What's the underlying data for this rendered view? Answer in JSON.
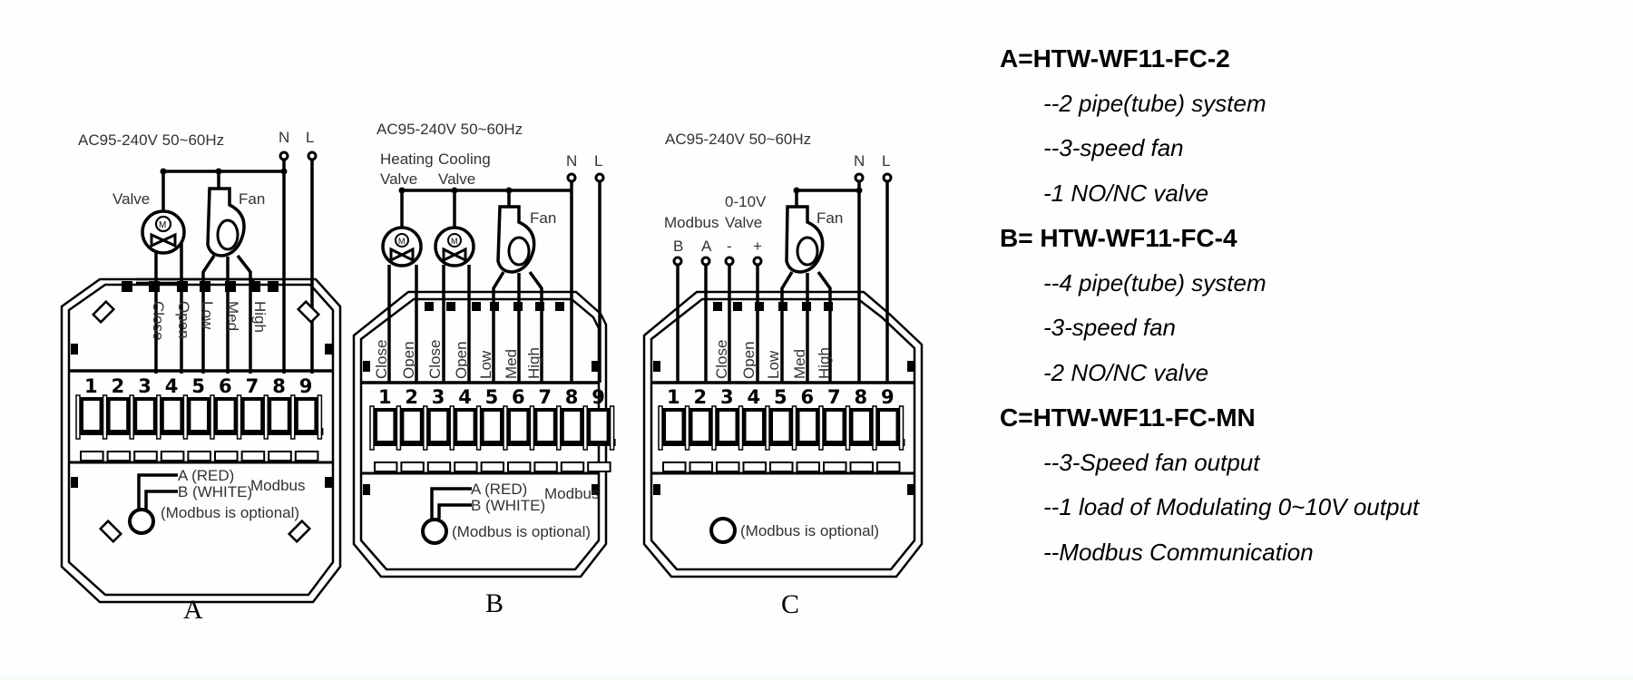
{
  "diagrams": [
    {
      "id": "A",
      "figure_label": "A",
      "supply": "AC95-240V  50~60Hz",
      "neutral": "N",
      "line": "L",
      "valve_label": "Valve",
      "fan_label": "Fan",
      "motor_symbol": "M",
      "terminal_labels": [
        "Close",
        "Open",
        "Low",
        "Med",
        "High"
      ],
      "terminal_numbers": [
        "1",
        "2",
        "3",
        "4",
        "5",
        "6",
        "7",
        "8",
        "9"
      ],
      "modbus_a": "A (RED)",
      "modbus_b": "B (WHITE)",
      "modbus_label": "Modbus",
      "modbus_note": "(Modbus is optional)"
    },
    {
      "id": "B",
      "figure_label": "B",
      "supply": "AC95-240V  50~60Hz",
      "neutral": "N",
      "line": "L",
      "heating_valve_label_1": "Heating",
      "heating_valve_label_2": "Valve",
      "cooling_valve_label_1": "Cooling",
      "cooling_valve_label_2": "Valve",
      "fan_label": "Fan",
      "motor_symbol": "M",
      "terminal_labels": [
        "Close",
        "Open",
        "Close",
        "Open",
        "Low",
        "Med",
        "High"
      ],
      "terminal_numbers": [
        "1",
        "2",
        "3",
        "4",
        "5",
        "6",
        "7",
        "8",
        "9"
      ],
      "modbus_a": "A (RED)",
      "modbus_b": "B (WHITE)",
      "modbus_label": "Modbus",
      "modbus_note": "(Modbus is optional)"
    },
    {
      "id": "C",
      "figure_label": "C",
      "supply": "AC95-240V  50~60Hz",
      "neutral": "N",
      "line": "L",
      "modbus_group_label": "Modbus",
      "valve_group_label_1": "0-10V",
      "valve_group_label_2": "Valve",
      "fan_label": "Fan",
      "signal_terminals": [
        "B",
        "A",
        "-",
        "+"
      ],
      "terminal_labels": [
        "Close",
        "Open",
        "Low",
        "Med",
        "High"
      ],
      "terminal_numbers": [
        "1",
        "2",
        "3",
        "4",
        "5",
        "6",
        "7",
        "8",
        "9"
      ],
      "modbus_note": "(Modbus is optional)"
    }
  ],
  "specs": [
    {
      "model": "A=HTW-WF11-FC-2",
      "features": [
        "--2 pipe(tube) system",
        "--3-speed fan",
        "-1 NO/NC valve"
      ]
    },
    {
      "model": "B= HTW-WF11-FC-4",
      "features": [
        "--4 pipe(tube) system",
        "-3-speed fan",
        "-2 NO/NC valve"
      ]
    },
    {
      "model": "C=HTW-WF11-FC-MN",
      "features": [
        "--3-Speed fan output",
        "--1 load of Modulating 0~10V output",
        "--Modbus Communication"
      ]
    }
  ]
}
